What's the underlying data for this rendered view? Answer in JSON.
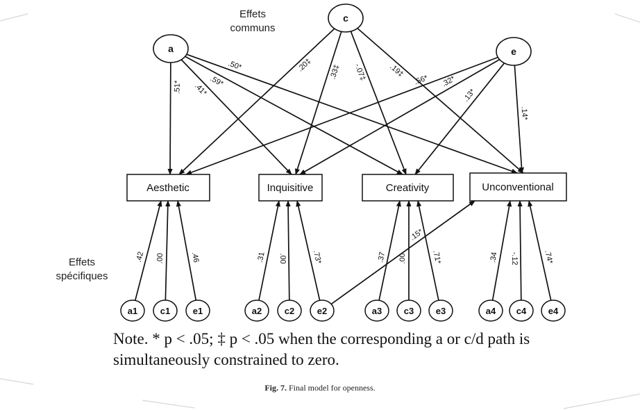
{
  "annotations": {
    "common_line1": "Effets",
    "common_line2": "communs",
    "specific_line1": "Effets",
    "specific_line2": "spécifiques"
  },
  "latents": [
    {
      "id": "a",
      "label": "a"
    },
    {
      "id": "c",
      "label": "c"
    },
    {
      "id": "e",
      "label": "e"
    }
  ],
  "observed": [
    {
      "id": "aesthetic",
      "label": "Aesthetic"
    },
    {
      "id": "inquisitive",
      "label": "Inquisitive"
    },
    {
      "id": "creativity",
      "label": "Creativity"
    },
    {
      "id": "unconventional",
      "label": "Unconventional"
    }
  ],
  "specific_nodes": [
    {
      "id": "a1",
      "label": "a1"
    },
    {
      "id": "c1",
      "label": "c1"
    },
    {
      "id": "e1",
      "label": "e1"
    },
    {
      "id": "a2",
      "label": "a2"
    },
    {
      "id": "c2",
      "label": "c2"
    },
    {
      "id": "e2",
      "label": "e2"
    },
    {
      "id": "a3",
      "label": "a3"
    },
    {
      "id": "c3",
      "label": "c3"
    },
    {
      "id": "e3",
      "label": "e3"
    },
    {
      "id": "a4",
      "label": "a4"
    },
    {
      "id": "c4",
      "label": "c4"
    },
    {
      "id": "e4",
      "label": "e4"
    }
  ],
  "paths": [
    {
      "from": "a",
      "to": "aesthetic",
      "label": ".51*"
    },
    {
      "from": "a",
      "to": "inquisitive",
      "label": ".41*"
    },
    {
      "from": "a",
      "to": "creativity",
      "label": ".59*"
    },
    {
      "from": "a",
      "to": "unconventional",
      "label": ".50*"
    },
    {
      "from": "c",
      "to": "aesthetic",
      "label": ".20‡"
    },
    {
      "from": "c",
      "to": "inquisitive",
      "label": ".33‡"
    },
    {
      "from": "c",
      "to": "creativity",
      "label": "-.07‡"
    },
    {
      "from": "c",
      "to": "unconventional",
      "label": ".19‡"
    },
    {
      "from": "e",
      "to": "aesthetic",
      "label": ".56*"
    },
    {
      "from": "e",
      "to": "inquisitive",
      "label": ".32*"
    },
    {
      "from": "e",
      "to": "creativity",
      "label": ".13*"
    },
    {
      "from": "e",
      "to": "unconventional",
      "label": ".14*"
    },
    {
      "from": "a1",
      "to": "aesthetic",
      "label": ".42"
    },
    {
      "from": "c1",
      "to": "aesthetic",
      "label": ".00"
    },
    {
      "from": "e1",
      "to": "aesthetic",
      "label": ".46"
    },
    {
      "from": "a2",
      "to": "inquisitive",
      "label": ".31"
    },
    {
      "from": "c2",
      "to": "inquisitive",
      "label": ".00"
    },
    {
      "from": "e2",
      "to": "inquisitive",
      "label": ".73*"
    },
    {
      "from": "e2",
      "to": "unconventional",
      "label": ".15*"
    },
    {
      "from": "a3",
      "to": "creativity",
      "label": ".37"
    },
    {
      "from": "c3",
      "to": "creativity",
      "label": ".00"
    },
    {
      "from": "e3",
      "to": "creativity",
      "label": ".71*"
    },
    {
      "from": "a4",
      "to": "unconventional",
      "label": ".34"
    },
    {
      "from": "c4",
      "to": "unconventional",
      "label": "-.12"
    },
    {
      "from": "e4",
      "to": "unconventional",
      "label": ".74*"
    }
  ],
  "note": "Note. * p < .05; ‡ p < .05 when the corresponding a or c/d path is simultaneously constrained to zero.",
  "caption": {
    "prefix": "Fig. 7.",
    "text": "Final model for openness."
  }
}
